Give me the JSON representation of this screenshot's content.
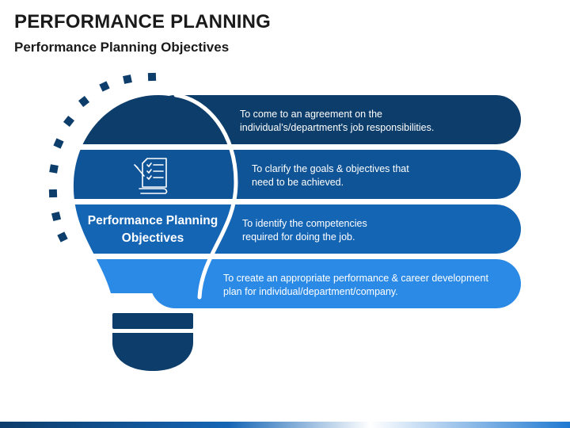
{
  "header": {
    "title": "PERFORMANCE PLANNING",
    "subtitle": "Performance Planning Objectives"
  },
  "center_label": "Performance Planning Objectives",
  "icons": {
    "checklist": "checklist-document-icon"
  },
  "colors": {
    "band1": "#0d3d6b",
    "band2": "#0f5496",
    "band3": "#1565b5",
    "band4": "#2b8ae6",
    "bulb_base": "#0d3d6b",
    "dots": "#0d3d6b"
  },
  "objectives": [
    {
      "text": "To come to an agreement on the individual’s/department's job responsibilities."
    },
    {
      "text": "To clarify the goals & objectives that need to be achieved."
    },
    {
      "text": "To identify the competencies required for doing the job."
    },
    {
      "text": "To create an appropriate performance & career development plan for individual/department/company."
    }
  ]
}
